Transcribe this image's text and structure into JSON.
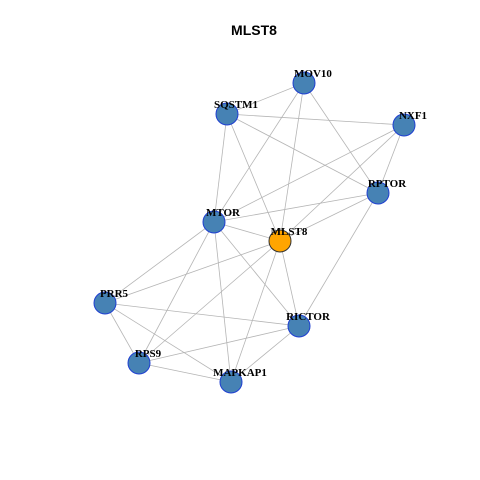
{
  "title": "MLST8",
  "colors": {
    "node_fill": "#4682B4",
    "node_stroke": "#1f3fd1",
    "focus_fill": "#FFA500",
    "focus_stroke": "#333333",
    "edge": "#b5b5b5"
  },
  "nodes": [
    {
      "id": "MOV10",
      "label": "MOV10",
      "focus": false
    },
    {
      "id": "SQSTM1",
      "label": "SQSTM1",
      "focus": false
    },
    {
      "id": "NXF1",
      "label": "NXF1",
      "focus": false
    },
    {
      "id": "RPTOR",
      "label": "RPTOR",
      "focus": false
    },
    {
      "id": "MTOR",
      "label": "MTOR",
      "focus": false
    },
    {
      "id": "MLST8",
      "label": "MLST8",
      "focus": true
    },
    {
      "id": "PRR5",
      "label": "PRR5",
      "focus": false
    },
    {
      "id": "RICTOR",
      "label": "RICTOR",
      "focus": false
    },
    {
      "id": "RPS9",
      "label": "RPS9",
      "focus": false
    },
    {
      "id": "MAPKAP1",
      "label": "MAPKAP1",
      "focus": false
    }
  ],
  "edges": [
    [
      "SQSTM1",
      "MOV10"
    ],
    [
      "SQSTM1",
      "NXF1"
    ],
    [
      "SQSTM1",
      "RPTOR"
    ],
    [
      "SQSTM1",
      "MTOR"
    ],
    [
      "SQSTM1",
      "MLST8"
    ],
    [
      "MOV10",
      "MTOR"
    ],
    [
      "MOV10",
      "MLST8"
    ],
    [
      "MOV10",
      "RPTOR"
    ],
    [
      "NXF1",
      "MTOR"
    ],
    [
      "NXF1",
      "MLST8"
    ],
    [
      "NXF1",
      "RPTOR"
    ],
    [
      "RPTOR",
      "MTOR"
    ],
    [
      "RPTOR",
      "MLST8"
    ],
    [
      "RPTOR",
      "RICTOR"
    ],
    [
      "MTOR",
      "MLST8"
    ],
    [
      "MTOR",
      "PRR5"
    ],
    [
      "MTOR",
      "RPS9"
    ],
    [
      "MTOR",
      "MAPKAP1"
    ],
    [
      "MTOR",
      "RICTOR"
    ],
    [
      "MLST8",
      "PRR5"
    ],
    [
      "MLST8",
      "RPS9"
    ],
    [
      "MLST8",
      "RICTOR"
    ],
    [
      "MLST8",
      "MAPKAP1"
    ],
    [
      "PRR5",
      "RICTOR"
    ],
    [
      "PRR5",
      "RPS9"
    ],
    [
      "PRR5",
      "MAPKAP1"
    ],
    [
      "RPS9",
      "RICTOR"
    ],
    [
      "RPS9",
      "MAPKAP1"
    ],
    [
      "RICTOR",
      "MAPKAP1"
    ]
  ]
}
